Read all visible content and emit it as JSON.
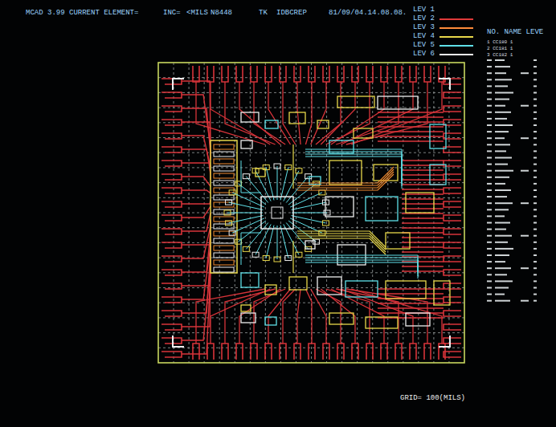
{
  "diagram": {
    "labels": [
      "MCAD 3.99 CURRENT ELEMENT=",
      "INC=",
      "<MILS",
      "N8448",
      "TK",
      "IDBCREP",
      "81/09/04.14.08.08.",
      "NO. NAME LEVE",
      "1 CC180 1",
      "2 CC181 1",
      "3 CC182 1",
      "GRID= 100(MILS)"
    ],
    "legend": [
      {
        "text": "LEV 1"
      },
      {
        "text": "LEV 2",
        "color": "#e03a3a"
      },
      {
        "text": "LEV 3",
        "color": "#ff8c3a"
      },
      {
        "text": "LEV 4",
        "color": "#e8d84a"
      },
      {
        "text": "LEV 5",
        "color": "#5fe0e8"
      },
      {
        "text": "LEV 6",
        "color": "#f0f0f0"
      }
    ]
  }
}
